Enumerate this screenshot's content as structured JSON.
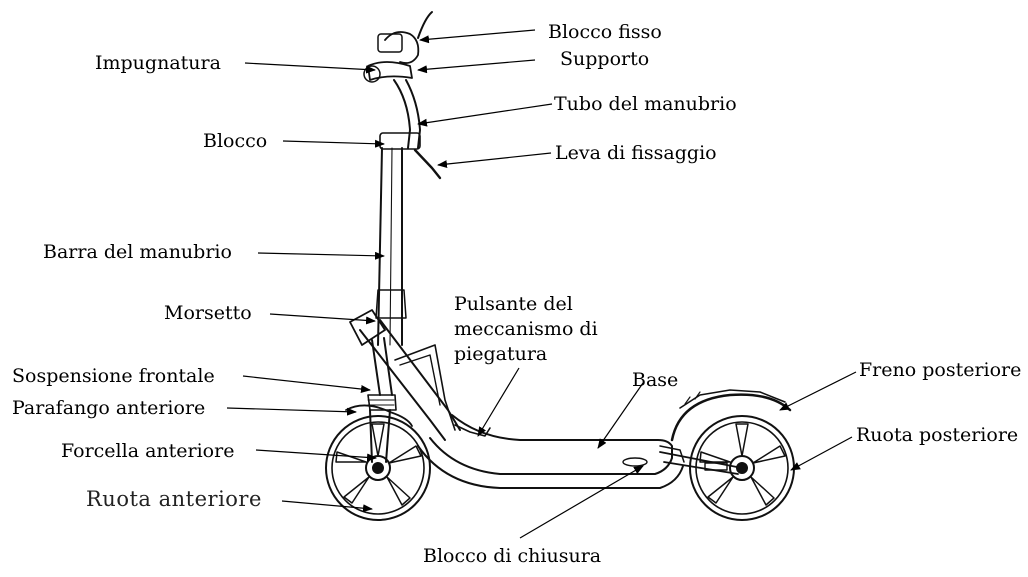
{
  "diagram": {
    "labels": {
      "blocco_fisso": "Blocco fisso",
      "supporto": "Supporto",
      "impugnatura": "Impugnatura",
      "tubo_manubrio": "Tubo del manubrio",
      "blocco": "Blocco",
      "leva_fissaggio": "Leva di fissaggio",
      "barra_manubrio": "Barra del manubrio",
      "morsetto": "Morsetto",
      "pulsante_piegatura": [
        "Pulsante del",
        "meccanismo di",
        "piegatura"
      ],
      "sospensione_frontale": "Sospensione frontale",
      "base": "Base",
      "freno_posteriore": "Freno posteriore",
      "parafango_anteriore": "Parafango anteriore",
      "ruota_posteriore": "Ruota posteriore",
      "forcella_anteriore": "Forcella anteriore",
      "ruota_anteriore": "Ruota anteriore",
      "blocco_chiusura": "Blocco di chiusura"
    }
  }
}
